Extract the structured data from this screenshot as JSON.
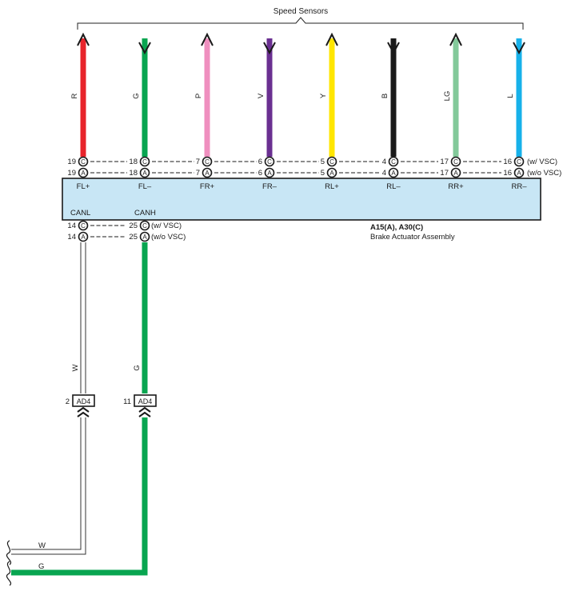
{
  "header": {
    "title": "Speed Sensors"
  },
  "wire_colors": {
    "R": "#e8242b",
    "G": "#08a550",
    "P": "#ef8fbf",
    "V": "#6a2f91",
    "Y": "#ffe600",
    "B": "#1a1a1a",
    "LG": "#83c99a",
    "L": "#17b1ea",
    "W": "#ffffff"
  },
  "sensor_wires": [
    {
      "color_code": "R",
      "end": "out",
      "pin_c": "19",
      "pin_a": "19",
      "terminal": "FL+"
    },
    {
      "color_code": "G",
      "end": "in",
      "pin_c": "18",
      "pin_a": "18",
      "terminal": "FL–"
    },
    {
      "color_code": "P",
      "end": "out",
      "pin_c": "7",
      "pin_a": "7",
      "terminal": "FR+"
    },
    {
      "color_code": "V",
      "end": "in",
      "pin_c": "6",
      "pin_a": "6",
      "terminal": "FR–"
    },
    {
      "color_code": "Y",
      "end": "out",
      "pin_c": "5",
      "pin_a": "5",
      "terminal": "RL+"
    },
    {
      "color_code": "B",
      "end": "in",
      "pin_c": "4",
      "pin_a": "4",
      "terminal": "RL–"
    },
    {
      "color_code": "LG",
      "end": "out",
      "pin_c": "17",
      "pin_a": "17",
      "terminal": "RR+"
    },
    {
      "color_code": "L",
      "end": "in",
      "pin_c": "16",
      "pin_a": "16",
      "terminal": "RR–"
    }
  ],
  "connector_letters": {
    "c": "C",
    "a": "A"
  },
  "variant_labels": {
    "c": "(w/ VSC)",
    "a": "(w/o VSC)"
  },
  "module": {
    "name_bold": "A15(A), A30(C)",
    "name": "Brake Actuator Assembly",
    "fill": "#c8e6f5"
  },
  "can": {
    "canl": {
      "label": "CANL",
      "pin_c": "14",
      "pin_a": "14",
      "color_code": "W",
      "junction": "AD4",
      "junction_pin": "2",
      "bottom_label": "W"
    },
    "canh": {
      "label": "CANH",
      "pin_c": "25",
      "pin_a": "25",
      "color_code": "G",
      "junction": "AD4",
      "junction_pin": "11",
      "bottom_label": "G"
    }
  }
}
